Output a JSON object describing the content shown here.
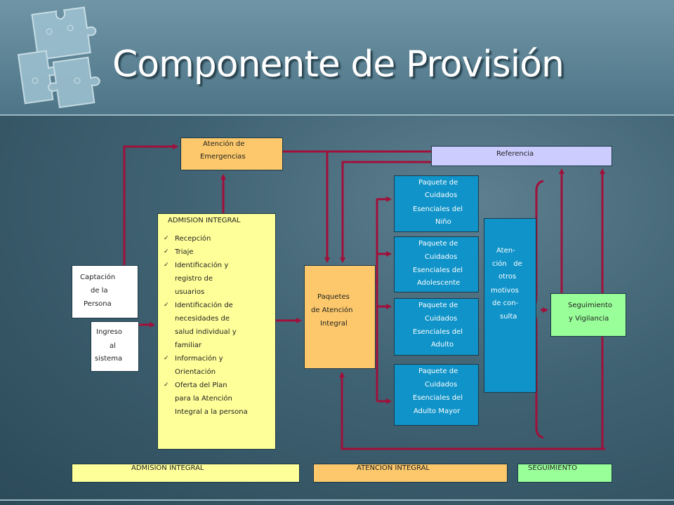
{
  "title": "Componente de Provisión",
  "emergencias": {
    "lines": [
      "Atención de",
      "Emergencias"
    ]
  },
  "referencia": {
    "label": "Referencia"
  },
  "captacion": {
    "lines": [
      "Captación",
      "de la",
      "Persona"
    ]
  },
  "ingreso": {
    "lines": [
      "Ingreso",
      "al",
      "sistema"
    ]
  },
  "admision": {
    "heading": "ADMISION INTEGRAL",
    "items": [
      {
        "text": "Recepción",
        "tick": true
      },
      {
        "text": "Triaje",
        "tick": true
      },
      {
        "text": "Identificación y",
        "tick": true
      },
      {
        "text": "registro de",
        "tick": false
      },
      {
        "text": "usuarios",
        "tick": false
      },
      {
        "text": "Identificación  de",
        "tick": true
      },
      {
        "text": "necesidades de",
        "tick": false
      },
      {
        "text": "salud individual y",
        "tick": false
      },
      {
        "text": "familiar",
        "tick": false
      },
      {
        "text": "Información y",
        "tick": true
      },
      {
        "text": "Orientación",
        "tick": false
      },
      {
        "text": "Oferta del Plan",
        "tick": true
      },
      {
        "text": "para la Atención",
        "tick": false
      },
      {
        "text": "Integral a la persona",
        "tick": false
      }
    ]
  },
  "paquetes": {
    "lines": [
      "Paquetes",
      "de Atención",
      "Integral"
    ]
  },
  "paquete_nino": {
    "lines": [
      "Paquete de",
      "Cuidados",
      "Esenciales del",
      "Niño"
    ]
  },
  "paquete_adolescente": {
    "lines": [
      "Paquete de",
      "Cuidados",
      "Esenciales del",
      "Adolescente"
    ]
  },
  "paquete_adulto": {
    "lines": [
      "Paquete de",
      "Cuidados",
      "Esenciales del",
      "Adulto"
    ]
  },
  "paquete_adulto_mayor": {
    "lines": [
      "Paquete de",
      "Cuidados",
      "Esenciales del",
      "Adulto Mayor"
    ]
  },
  "atencion_otros": {
    "lines": [
      "Aten-",
      "ción   de",
      "otros",
      "motivos",
      "de con-",
      "sulta"
    ]
  },
  "seguimiento": {
    "lines": [
      "Seguimiento",
      "y Vigilancia"
    ]
  },
  "footer": {
    "admision": "ADMISIÓN INTEGRAL",
    "atencion": "ATENCIÓN INTEGRAL",
    "seguimiento": "SEGUIMIENTO"
  },
  "colors": {
    "arrow": "#a0103a",
    "orange": "#fcc86b",
    "yellow": "#ffff99",
    "blue": "#0f93c9",
    "lilac": "#ccccff",
    "green": "#99ff99"
  }
}
